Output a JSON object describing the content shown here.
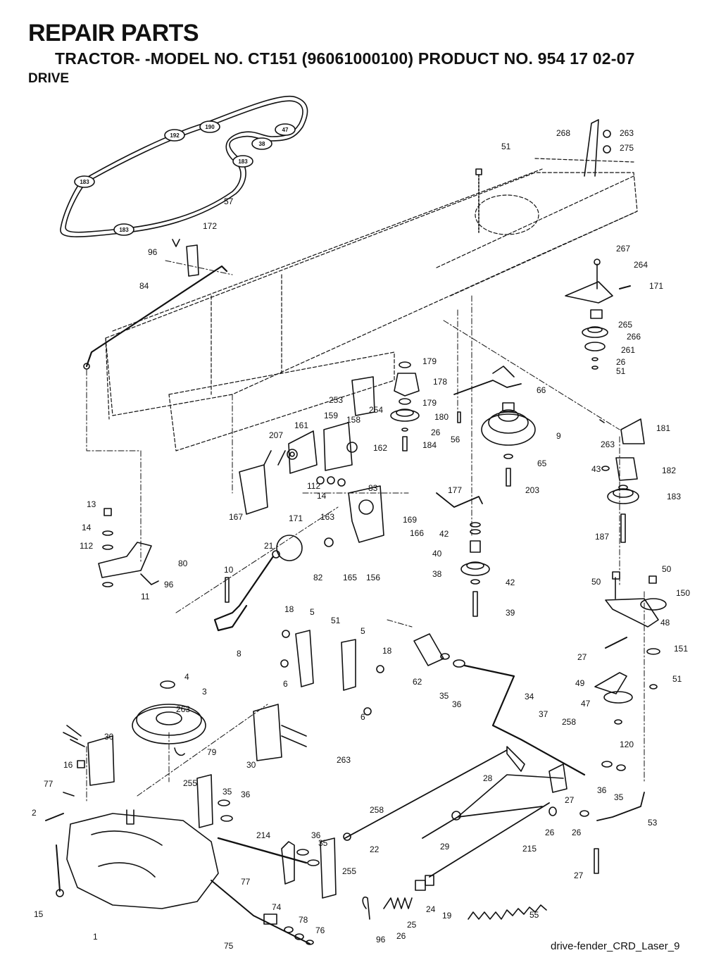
{
  "header": {
    "title": "REPAIR PARTS",
    "subtitle": "TRACTOR- -MODEL NO. CT151 (96061000100) PRODUCT NO. 954 17 02-07",
    "section": "DRIVE"
  },
  "footer": {
    "code": "drive-fender_CRD_Laser_9"
  },
  "diagram": {
    "belt_pulley_badges": [
      "190",
      "192",
      "47",
      "38",
      "183",
      "183",
      "183"
    ],
    "callouts": [
      "268",
      "263",
      "275",
      "51",
      "57",
      "172",
      "96",
      "84",
      "267",
      "264",
      "171",
      "265",
      "266",
      "261",
      "26",
      "51",
      "179",
      "178",
      "179",
      "180",
      "26",
      "184",
      "66",
      "56",
      "9",
      "65",
      "203",
      "253",
      "254",
      "159",
      "161",
      "207",
      "158",
      "162",
      "167",
      "171",
      "112",
      "14",
      "163",
      "83",
      "263",
      "181",
      "43",
      "182",
      "183",
      "187",
      "13",
      "14",
      "112",
      "80",
      "96",
      "11",
      "21",
      "82",
      "165",
      "156",
      "169",
      "166",
      "177",
      "42",
      "40",
      "38",
      "42",
      "39",
      "10",
      "8",
      "18",
      "5",
      "51",
      "5",
      "18",
      "6",
      "6",
      "50",
      "50",
      "150",
      "48",
      "27",
      "151",
      "49",
      "51",
      "47",
      "120",
      "4",
      "3",
      "79",
      "263",
      "30",
      "16",
      "77",
      "2",
      "15",
      "1",
      "30",
      "263",
      "255",
      "35",
      "36",
      "214",
      "36",
      "35",
      "255",
      "77",
      "74",
      "78",
      "76",
      "75",
      "62",
      "35",
      "36",
      "34",
      "37",
      "258",
      "28",
      "27",
      "36",
      "35",
      "26",
      "26",
      "53",
      "258",
      "22",
      "29",
      "215",
      "27",
      "24",
      "19",
      "25",
      "26",
      "96",
      "55"
    ]
  }
}
